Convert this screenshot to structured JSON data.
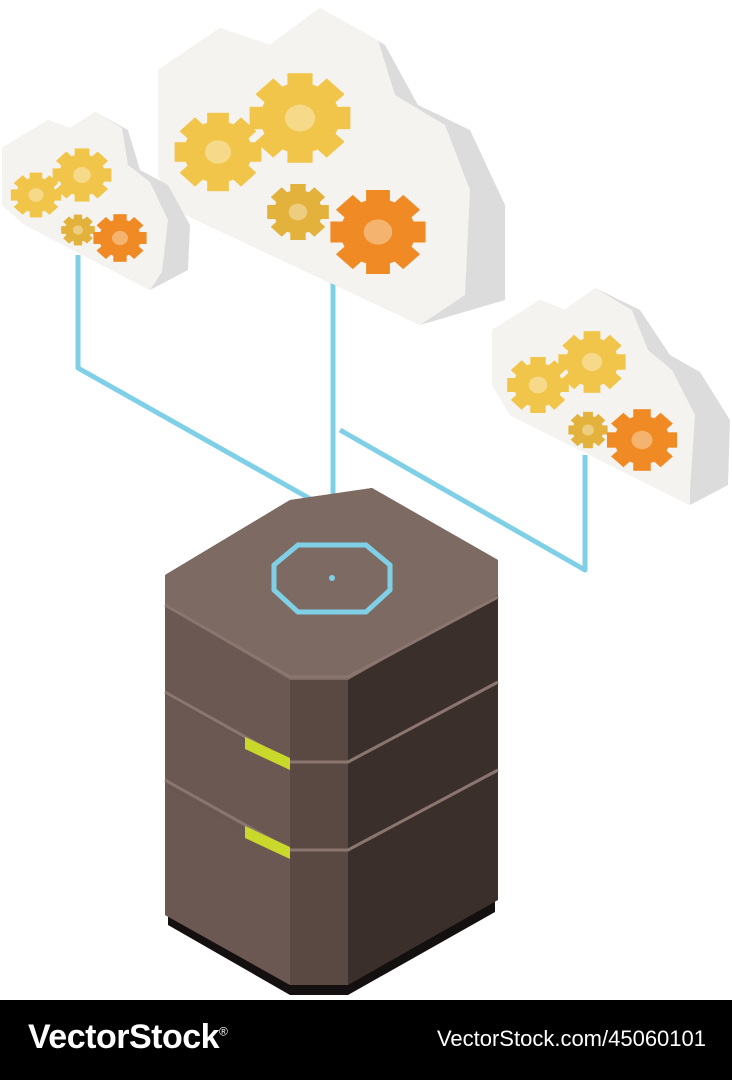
{
  "illustration": {
    "subject": "server-with-cloud-gears",
    "icons": [
      "cloud-gears-icon",
      "database-server-icon",
      "gear-icon"
    ],
    "colors": {
      "cloud_face": "#f5f3ef",
      "cloud_side": "#dcdcdc",
      "gear_yellow": "#f1c54a",
      "gear_yellow_dark": "#d79a26",
      "gear_orange": "#f08a24",
      "gear_orange_dark": "#c9641a",
      "connector_line": "#7fd0e6",
      "server_top": "#7d6a63",
      "server_front": "#5a4842",
      "server_side": "#3b2f2c",
      "server_indicator": "#c9d82a"
    }
  },
  "footer": {
    "brand": "VectorStock",
    "brand_mark": "®",
    "image_id": "VectorStock.com/45060101"
  }
}
